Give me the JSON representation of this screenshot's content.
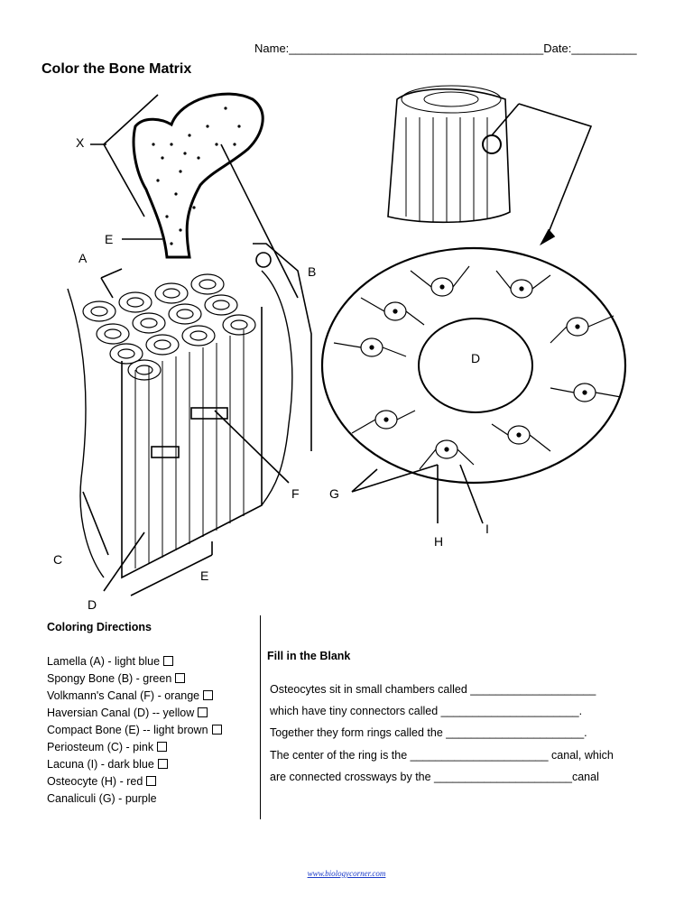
{
  "header": {
    "name_line": "Name:_______________________________________Date:__________",
    "title": "Color the Bone Matrix"
  },
  "diagram_labels": {
    "x": "X",
    "e_top": "E",
    "a": "A",
    "b": "B",
    "c": "C",
    "d_bottom": "D",
    "e_bottom": "E",
    "f": "F",
    "d_center": "D",
    "g": "G",
    "h": "H",
    "i": "I"
  },
  "coloring": {
    "title": "Coloring Directions",
    "items": [
      "Lamella (A) - light blue",
      "Spongy Bone (B) - green",
      "Volkmann's Canal (F) - orange",
      "Haversian Canal (D) -- yellow",
      "Compact Bone (E) -- light brown",
      "Periosteum (C) - pink",
      "Lacuna (I) - dark blue",
      "Osteocyte (H) - red",
      "Canaliculi (G) - purple"
    ]
  },
  "fill_blank": {
    "title": "Fill in the Blank",
    "lines": [
      "Osteocytes sit in small chambers called ____________________",
      "which have tiny connectors called  ______________________.",
      "Together they form rings called the  ______________________.",
      "The center of the ring is the ______________________ canal, which",
      "are  connected crossways by the ______________________canal"
    ]
  },
  "footer": "www.biologycorner.com"
}
